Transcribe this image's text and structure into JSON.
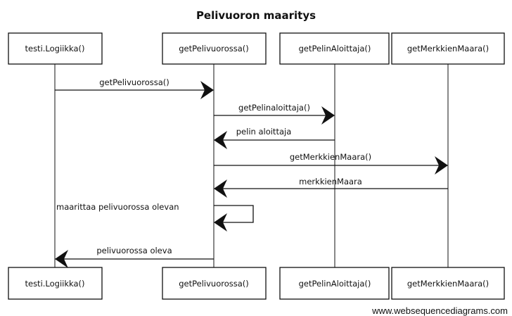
{
  "title": "Pelivuoron maaritys",
  "participants": [
    {
      "id": "logiikka",
      "label": "testi.Logiikka()"
    },
    {
      "id": "getpelivuorossa",
      "label": "getPelivuorossa()"
    },
    {
      "id": "getpelinaloittaja",
      "label": "getPelinAloittaja()"
    },
    {
      "id": "getmerkkienmaara",
      "label": "getMerkkienMaara()"
    }
  ],
  "messages": [
    {
      "from": "logiikka",
      "to": "getpelivuorossa",
      "label": "getPelivuorossa()"
    },
    {
      "from": "getpelivuorossa",
      "to": "getpelinaloittaja",
      "label": "getPelinaloittaja()"
    },
    {
      "from": "getpelinaloittaja",
      "to": "getpelivuorossa",
      "label": "pelin aloittaja"
    },
    {
      "from": "getpelivuorossa",
      "to": "getmerkkienmaara",
      "label": "getMerkkienMaara()"
    },
    {
      "from": "getmerkkienmaara",
      "to": "getpelivuorossa",
      "label": "merkkienMaara"
    },
    {
      "from": "getpelivuorossa",
      "to": "getpelivuorossa",
      "label": "maarittaa pelivuorossa olevan"
    },
    {
      "from": "getpelivuorossa",
      "to": "logiikka",
      "label": "pelivuorossa oleva"
    }
  ],
  "footer": "www.websequencediagrams.com"
}
